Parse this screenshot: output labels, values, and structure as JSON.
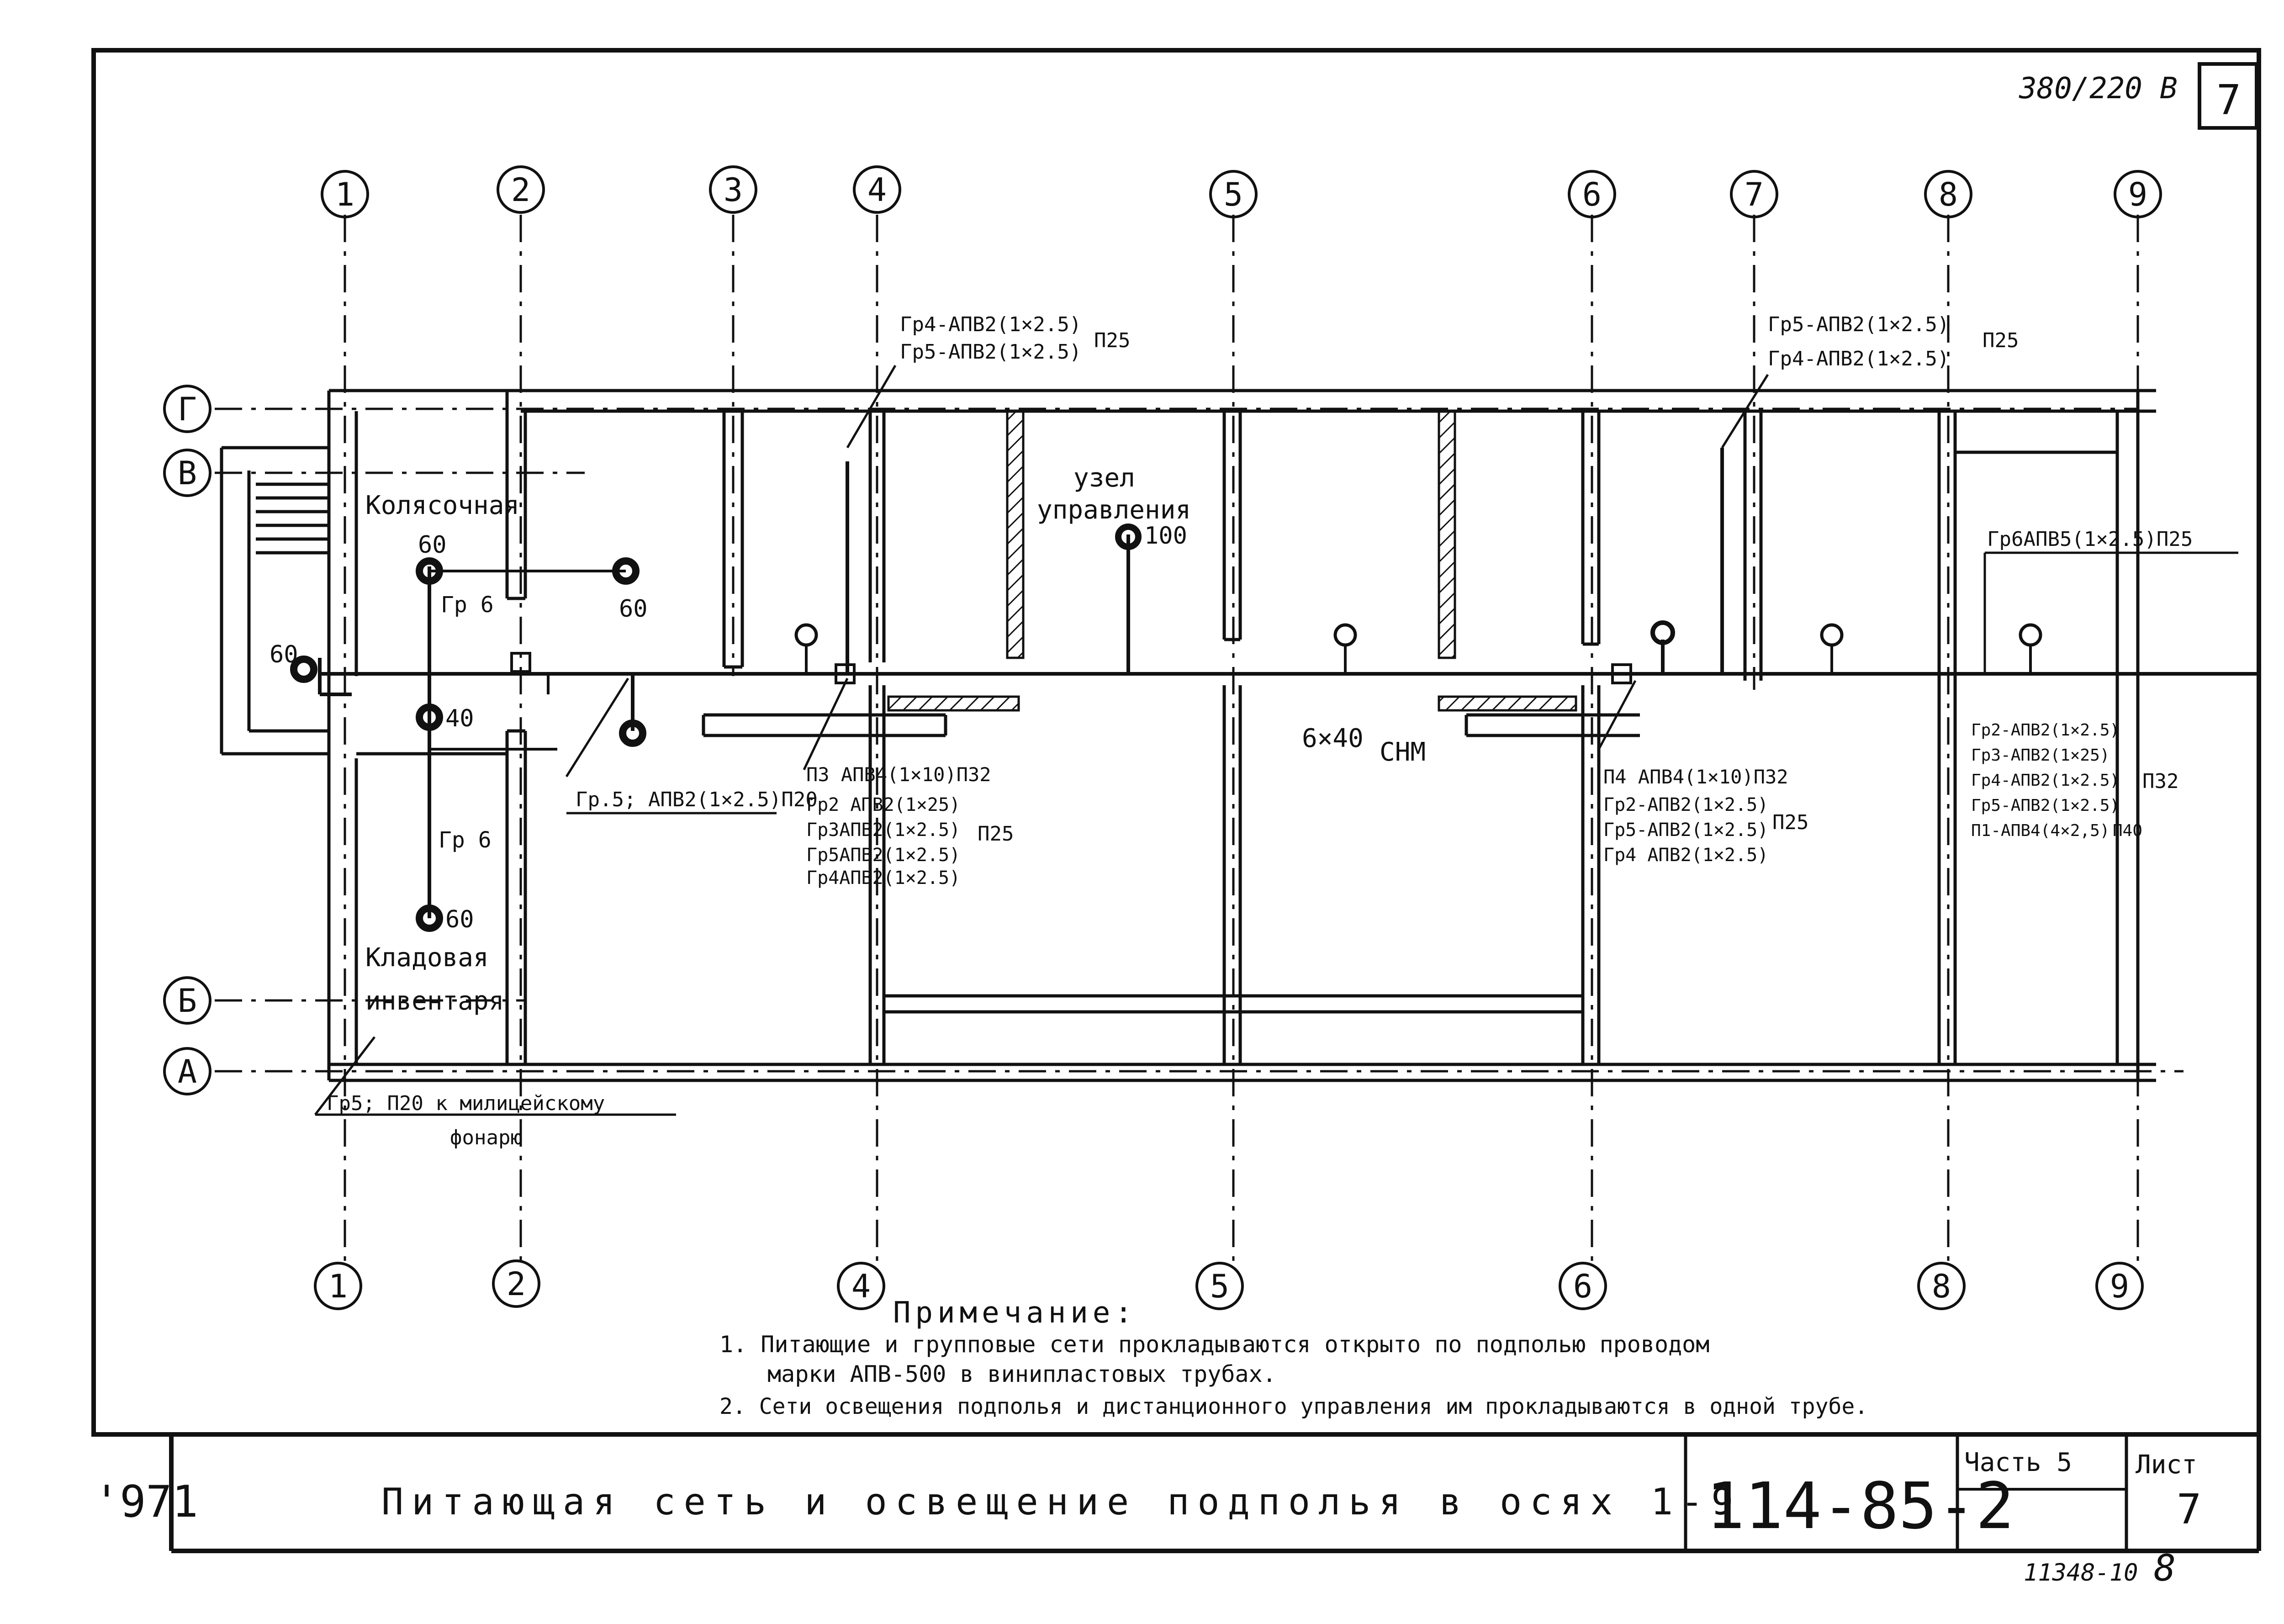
{
  "sheet": {
    "voltage": "380/220 В",
    "corner_sheet_no": "7",
    "left_code": "'971",
    "title": "Питающая сеть и освещение подполья в осях 1-9",
    "doc_code": "114-85-2",
    "part_label": "Часть 5",
    "sheet_label": "Лист",
    "sheet_no": "7",
    "stamp": "11348-10",
    "page_no": "8"
  },
  "axes_numbers": [
    "1",
    "2",
    "3",
    "4",
    "5",
    "6",
    "7",
    "8",
    "9"
  ],
  "axes_numbers_bottom": [
    "1",
    "2",
    "4",
    "5",
    "6",
    "8",
    "9"
  ],
  "axes_letters": [
    "Г",
    "В",
    "Б",
    "А"
  ],
  "rooms": {
    "stroller": "Колясочная",
    "storage_1": "Кладовая",
    "storage_2": "инвентаря",
    "control_1": "узел",
    "control_2": "управления",
    "shm": "6×40",
    "shm_unit": "СНМ"
  },
  "lamps": {
    "l60_a": "60",
    "l60_b": "60",
    "l60_c": "60",
    "l40": "40",
    "l60_d": "60",
    "l100": "100"
  },
  "groups": {
    "gr6_a": "Гр 6",
    "gr6_b": "Гр 6"
  },
  "callouts": {
    "top_left": [
      "Гр4-АПВ2(1×2.5)",
      "Гр5-АПВ2(1×2.5)"
    ],
    "top_left_pipe": "П25",
    "top_right": [
      "Гр5-АПВ2(1×2.5)",
      "Гр4-АПВ2(1×2.5)"
    ],
    "top_right_pipe": "П25",
    "right_line": "Гр6АПВ5(1×2.5)П25",
    "gr5_line": "Гр.5; АПВ2(1×2.5)П20",
    "mid_left_head": "П3 АПВ4(1×10)П32",
    "mid_left": [
      "Гр2 АПВ2(1×25)",
      "Гр3АПВ2(1×2.5)",
      "Гр5АПВ2(1×2.5)",
      "Гр4АПВ2(1×2.5)"
    ],
    "mid_left_pipe": "П25",
    "mid_right_head": "П4 АПВ4(1×10)П32",
    "mid_right": [
      "Гр2-АПВ2(1×2.5)",
      "Гр5-АПВ2(1×2.5)",
      "Гр4 АПВ2(1×2.5)"
    ],
    "mid_right_pipe": "П25",
    "far_right": [
      "Гр2-АПВ2(1×2.5)",
      "Гр3-АПВ2(1×25)",
      "Гр4-АПВ2(1×2.5)",
      "Гр5-АПВ2(1×2.5)",
      "П1-АПВ4(4×2,5)"
    ],
    "far_right_pipe": "П32",
    "far_right_pipe2": "П40",
    "police_1": "Гр5; П20 к милицейскому",
    "police_2": "фонарю"
  },
  "notes": {
    "heading": "Примечание:",
    "n1a": "1. Питающие и групповые сети прокладываются открыто по подполью проводом",
    "n1b": "марки АПВ-500 в винипластовых трубах.",
    "n2": "2. Сети освещения подполья и дистанционного управления им прокладываются в одной трубе."
  }
}
